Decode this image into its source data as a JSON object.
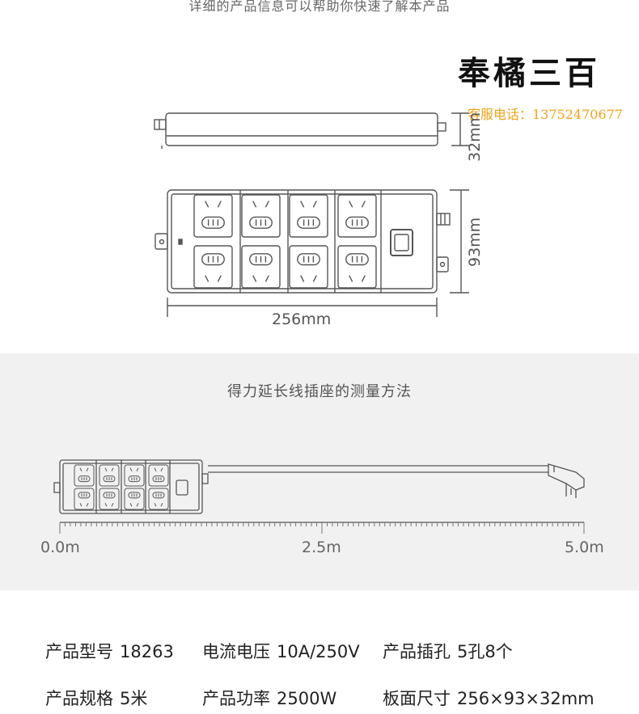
{
  "intro_text": "详细的产品信息可以帮助你快速了解本产品",
  "brand": {
    "name": "奉橘三百",
    "contact": "客服电话：13752470677"
  },
  "dimensions": {
    "height": "32mm",
    "width": "93mm",
    "length": "256mm"
  },
  "method_title": "得力延长线插座的测量方法",
  "ruler": {
    "start": "0.0m",
    "mid": "2.5m",
    "end": "5.0m"
  },
  "specs": [
    {
      "key": "产品型号",
      "value": "18263"
    },
    {
      "key": "电流电压",
      "value": "10A/250V"
    },
    {
      "key": "产品插孔",
      "value": "5孔8个"
    },
    {
      "key": "产品规格",
      "value": "5米"
    },
    {
      "key": "产品功率",
      "value": "2500W"
    },
    {
      "key": "板面尺寸",
      "value": "256×93×32mm"
    }
  ],
  "colors": {
    "line": "#555555",
    "accent_contact": "#f0a21b",
    "mid_bg": "#f1f1f1"
  }
}
